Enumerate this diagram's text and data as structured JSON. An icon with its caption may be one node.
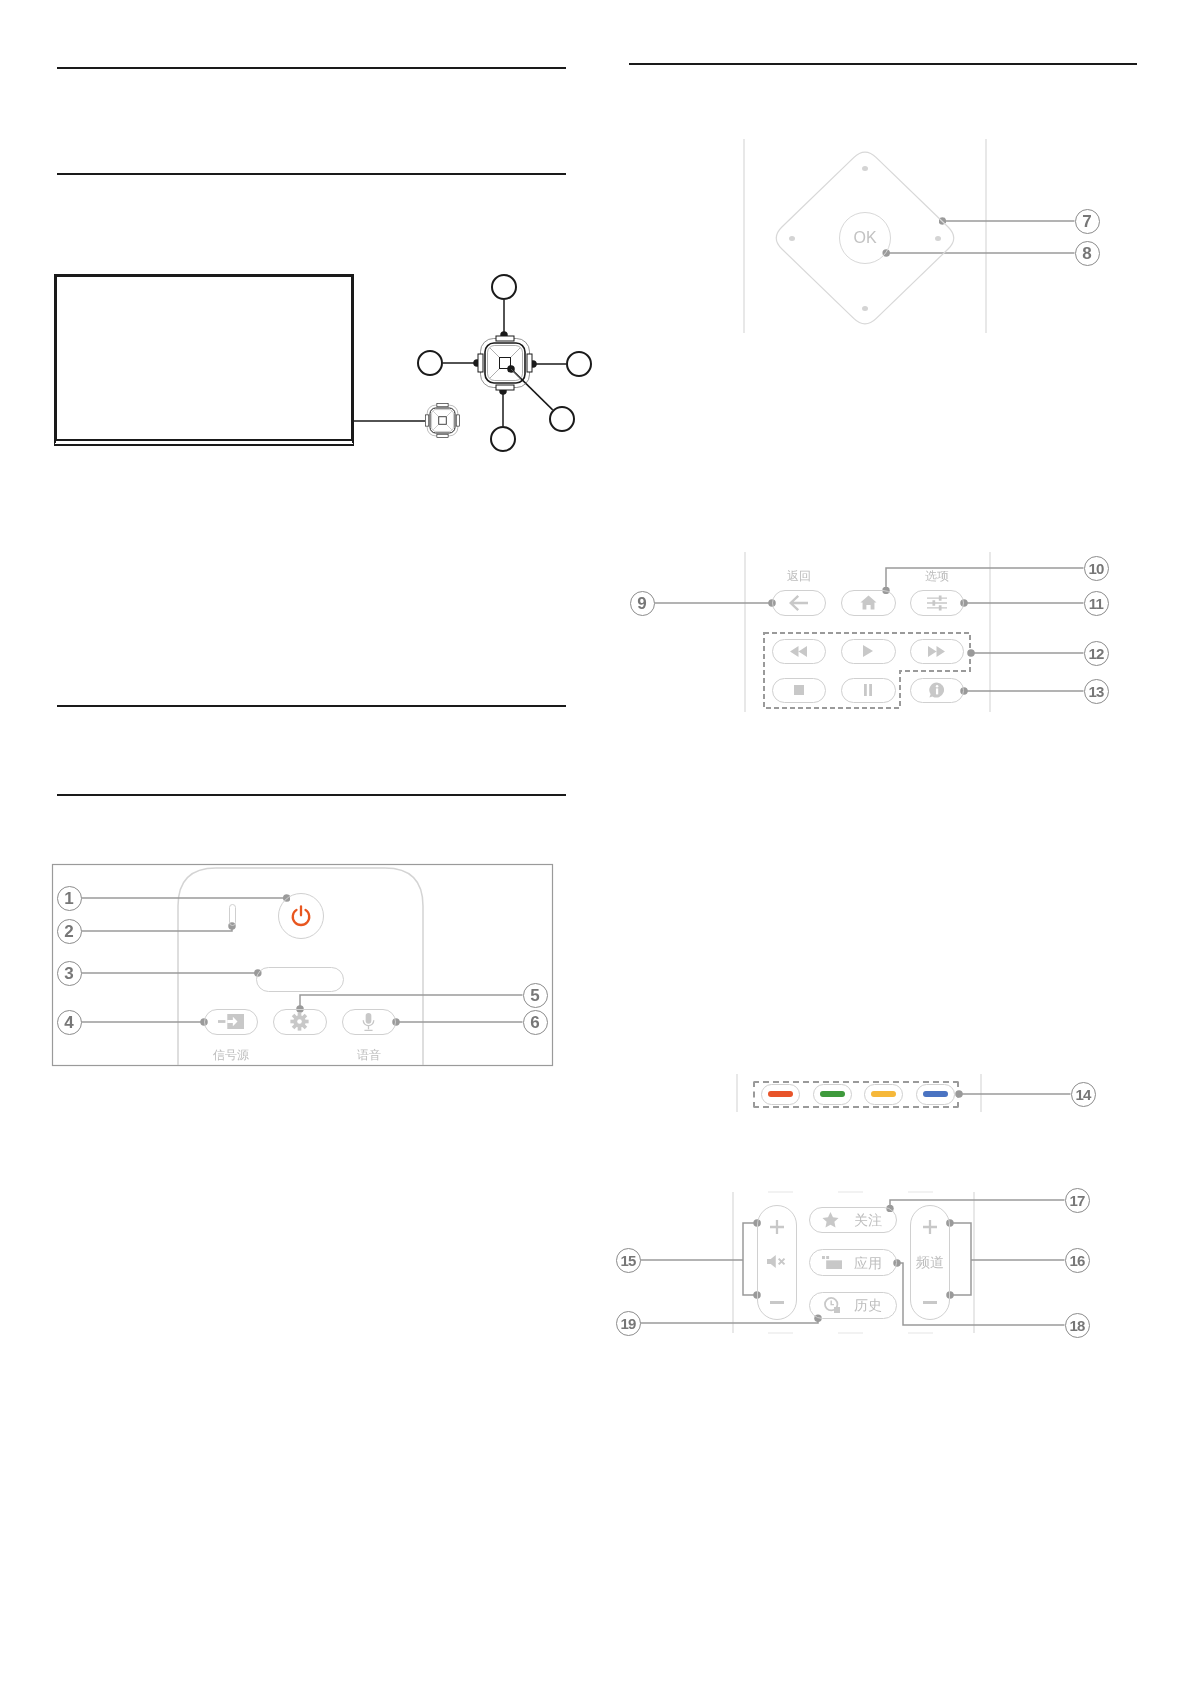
{
  "diagram": {
    "nodes": [
      {
        "text": [],
        "shape": "box"
      },
      {
        "text": [],
        "shape": "picture"
      },
      {
        "text": [],
        "shape": "picture"
      },
      {
        "text": [],
        "shape": "box",
        "in": 2
      },
      {
        "text": [],
        "shape": "circle"
      },
      {
        "text": [],
        "shape": "circle"
      },
      {
        "text": [],
        "shape": "circle"
      },
      {
        "text": [],
        "shape": "circle"
      },
      {
        "text": [],
        "shape": "circle"
      },
      {
        "text": [
          "1"
        ]
      },
      {
        "text": [],
        "shape": "circle"
      },
      {
        "text": [
          "2"
        ]
      },
      {
        "text": [],
        "shape": "bar"
      },
      {
        "text": [
          "3"
        ]
      },
      {
        "text": [],
        "shape": "box"
      },
      {
        "text": [
          "5"
        ]
      },
      {
        "text": [
          "4"
        ]
      },
      {
        "text": [],
        "shape": "box",
        "beside": [
          "信号源"
        ]
      },
      {
        "text": [],
        "shape": "box"
      },
      {
        "text": [],
        "shape": "box",
        "beside": [
          "语音"
        ]
      },
      {
        "text": [
          "6"
        ]
      },
      {
        "text": [],
        "shape": "diamond"
      },
      {
        "text": [
          "OK"
        ],
        "in": 21
      },
      {
        "text": [
          "7"
        ]
      },
      {
        "text": [
          "8"
        ]
      },
      {
        "text": [
          "10"
        ]
      },
      {
        "text": [
          "9"
        ]
      },
      {
        "text": [],
        "shape": "box",
        "beside": [
          "返回"
        ]
      },
      {
        "text": [],
        "shape": "box"
      },
      {
        "text": [],
        "shape": "box",
        "beside": [
          "选项"
        ]
      },
      {
        "text": [
          "11"
        ]
      },
      {
        "text": [],
        "shape": "box"
      },
      {
        "text": [],
        "shape": "box",
        "in": 31
      },
      {
        "text": [],
        "shape": "box",
        "in": 31
      },
      {
        "text": [],
        "shape": "box",
        "in": 31
      },
      {
        "text": [
          "12"
        ]
      },
      {
        "text": [],
        "shape": "box",
        "in": 31
      },
      {
        "text": [],
        "shape": "box",
        "in": 31
      },
      {
        "text": [],
        "shape": "box"
      },
      {
        "text": [
          "13"
        ]
      },
      {
        "text": [],
        "shape": "box"
      },
      {
        "text": [],
        "shape": "box",
        "in": 40
      },
      {
        "text": [],
        "shape": "box",
        "in": 40
      },
      {
        "text": [],
        "shape": "box",
        "in": 40
      },
      {
        "text": [],
        "shape": "box",
        "in": 40
      },
      {
        "text": [
          "14"
        ]
      },
      {
        "text": [
          "17"
        ]
      },
      {
        "text": [],
        "shape": "box"
      },
      {
        "text": [
          "关注"
        ]
      },
      {
        "text": [
          "频道"
        ]
      },
      {
        "text": [
          "15"
        ]
      },
      {
        "text": [
          "应用"
        ]
      },
      {
        "text": [
          "16"
        ]
      },
      {
        "text": [
          "历史"
        ]
      },
      {
        "text": [
          "19"
        ]
      },
      {
        "text": [
          "18"
        ]
      }
    ],
    "edges": [
      {
        "from": 0,
        "to": 1,
        "arrow": "none",
        "color": "#1a1a1a"
      },
      {
        "from": 4,
        "to": 2,
        "arrow": "other",
        "color": "#1a1a1a"
      },
      {
        "from": 5,
        "to": 2,
        "arrow": "other",
        "color": "#1a1a1a"
      },
      {
        "from": 6,
        "to": 2,
        "arrow": "other",
        "color": "#1a1a1a"
      },
      {
        "from": 7,
        "to": 3,
        "arrow": "other",
        "color": "#1a1a1a"
      },
      {
        "from": 8,
        "to": 2,
        "arrow": "other",
        "color": "#1a1a1a"
      },
      {
        "from": 9,
        "to": 10,
        "arrow": "other"
      },
      {
        "from": 11,
        "to": 12,
        "arrow": "other"
      },
      {
        "from": 13,
        "to": 14,
        "arrow": "other"
      },
      {
        "from": 16,
        "to": 17,
        "arrow": "other"
      },
      {
        "from": 15,
        "to": 18,
        "arrow": "other"
      },
      {
        "from": 20,
        "to": 19,
        "arrow": "other"
      },
      {
        "from": 23,
        "to": 21,
        "arrow": "other"
      },
      {
        "from": 24,
        "to": 22,
        "arrow": "other"
      },
      {
        "from": 26,
        "to": 27,
        "arrow": "other"
      },
      {
        "from": 25,
        "to": 28,
        "arrow": "other"
      },
      {
        "from": 30,
        "to": 29,
        "arrow": "other"
      },
      {
        "from": 35,
        "to": 31,
        "arrow": "other"
      },
      {
        "from": 39,
        "to": 38,
        "arrow": "other"
      },
      {
        "from": 45,
        "to": 40,
        "arrow": "other"
      },
      {
        "from": 50,
        "to": 47,
        "arrow": "other"
      },
      {
        "from": 52,
        "to": 49,
        "arrow": "other"
      },
      {
        "from": 46,
        "to": 48,
        "arrow": "other"
      },
      {
        "from": 55,
        "to": 51,
        "arrow": "other"
      },
      {
        "from": 54,
        "to": 53,
        "arrow": "other"
      }
    ]
  }
}
